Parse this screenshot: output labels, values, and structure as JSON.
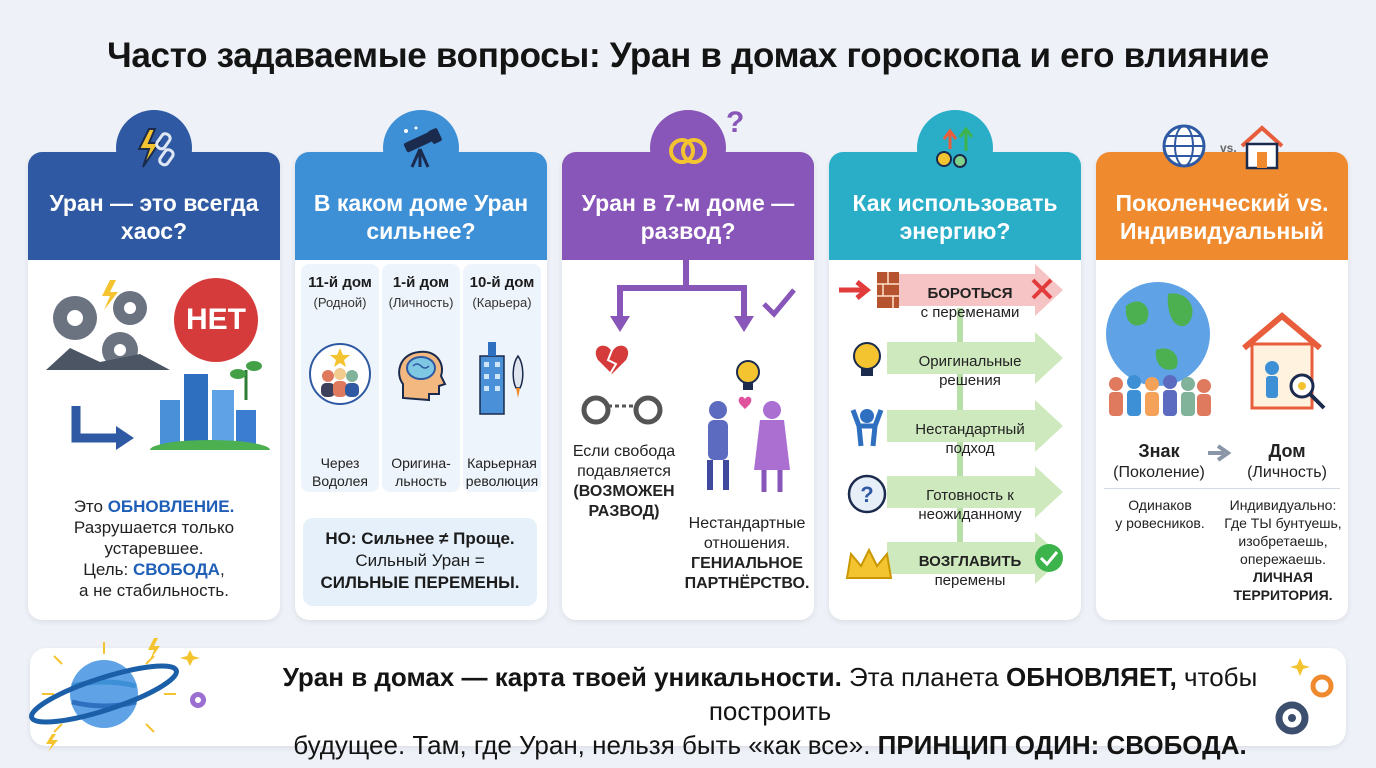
{
  "title": "Часто задаваемые вопросы: Уран в домах гороскопа и его влияние",
  "cards": [
    {
      "title": "Уран — это всегда хаос?",
      "icon": "lightning-broken-chain-icon",
      "no_badge": "НЕТ",
      "line1_pre": "Это ",
      "line1_accent": "ОБНОВЛЕНИЕ.",
      "line2": "Разрушается только",
      "line3": "устаревшее.",
      "line4_pre": "Цель: ",
      "line4_accent": "СВОБОДА",
      "line4_post": ",",
      "line5": "а не стабильность."
    },
    {
      "title": "В каком доме Уран сильнее?",
      "icon": "telescope-icon",
      "columns": [
        {
          "house": "11-й дом",
          "sub": "(Родной)",
          "caption1": "Через",
          "caption2": "Водолея",
          "icon": "people-group-icon"
        },
        {
          "house": "1-й дом",
          "sub": "(Личность)",
          "caption1": "Оригина-",
          "caption2": "льность",
          "icon": "brain-head-icon"
        },
        {
          "house": "10-й дом",
          "sub": "(Карьера)",
          "caption1": "Карьерная",
          "caption2": "революция",
          "icon": "skyscraper-rocket-icon"
        }
      ],
      "note_line1": "НО: Сильнее ≠ Проще.",
      "note_line2": "Сильный Уран =",
      "note_line3": "СИЛЬНЫЕ ПЕРЕМЕНЫ."
    },
    {
      "title": "Уран в 7-м доме — развод?",
      "icon": "rings-question-icon",
      "left_line1": "Если свобода",
      "left_line2": "подавляется",
      "left_line3": "(ВОЗМОЖЕН",
      "left_line4": "РАЗВОД)",
      "right_line1": "Нестандартные",
      "right_line2": "отношения.",
      "right_line3": "ГЕНИАЛЬНОЕ",
      "right_line4": "ПАРТНЁРСТВО."
    },
    {
      "title": "Как использовать энергию?",
      "icon": "gears-arrows-icon",
      "steps": [
        {
          "line1": "БОРОТЬСЯ",
          "line2": "с переменами",
          "icon": "brick-wall-icon"
        },
        {
          "line1": "Оригинальные",
          "line2": "решения",
          "icon": "lightbulb-brain-icon"
        },
        {
          "line1": "Нестандартный",
          "line2": "подход",
          "icon": "person-arms-up-icon"
        },
        {
          "line1": "Готовность к",
          "line2": "неожиданному",
          "icon": "question-circle-icon"
        },
        {
          "line1": "ВОЗГЛАВИТЬ",
          "line2": "перемены",
          "icon": "crown-icon"
        }
      ]
    },
    {
      "title": "Поколенческий vs. Индивидуальный",
      "icon": "globe-vs-house-icon",
      "vs_label": "vs.",
      "left_head": "Знак",
      "left_sub": "(Поколение)",
      "right_head": "Дом",
      "right_sub": "(Личность)",
      "left_desc1": "Одинаков",
      "left_desc2": "у ровесников.",
      "right_desc1": "Индивидуально:",
      "right_desc2": "Где ТЫ бунтуешь,",
      "right_desc3": "изобретаешь,",
      "right_desc4": "опережаешь.",
      "right_desc5": "ЛИЧНАЯ",
      "right_desc6": "ТЕРРИТОРИЯ."
    }
  ],
  "footer": {
    "bold1": "Уран в домах — карта твоей уникальности.",
    "text1": " Эта планета ",
    "bold2": "ОБНОВЛЯЕТ,",
    "text2": " чтобы построить",
    "text3": "будущее. Там, где Уран, нельзя быть «как все». ",
    "bold3": "ПРИНЦИП ОДИН: СВОБОДА."
  },
  "colors": {
    "card1": "#2f5aa3",
    "card2": "#3d8fd6",
    "card3": "#8855b8",
    "card4": "#2aaec8",
    "card5": "#ef8a2e",
    "accent_blue": "#1f5fb7",
    "no_red": "#d63b3b"
  }
}
